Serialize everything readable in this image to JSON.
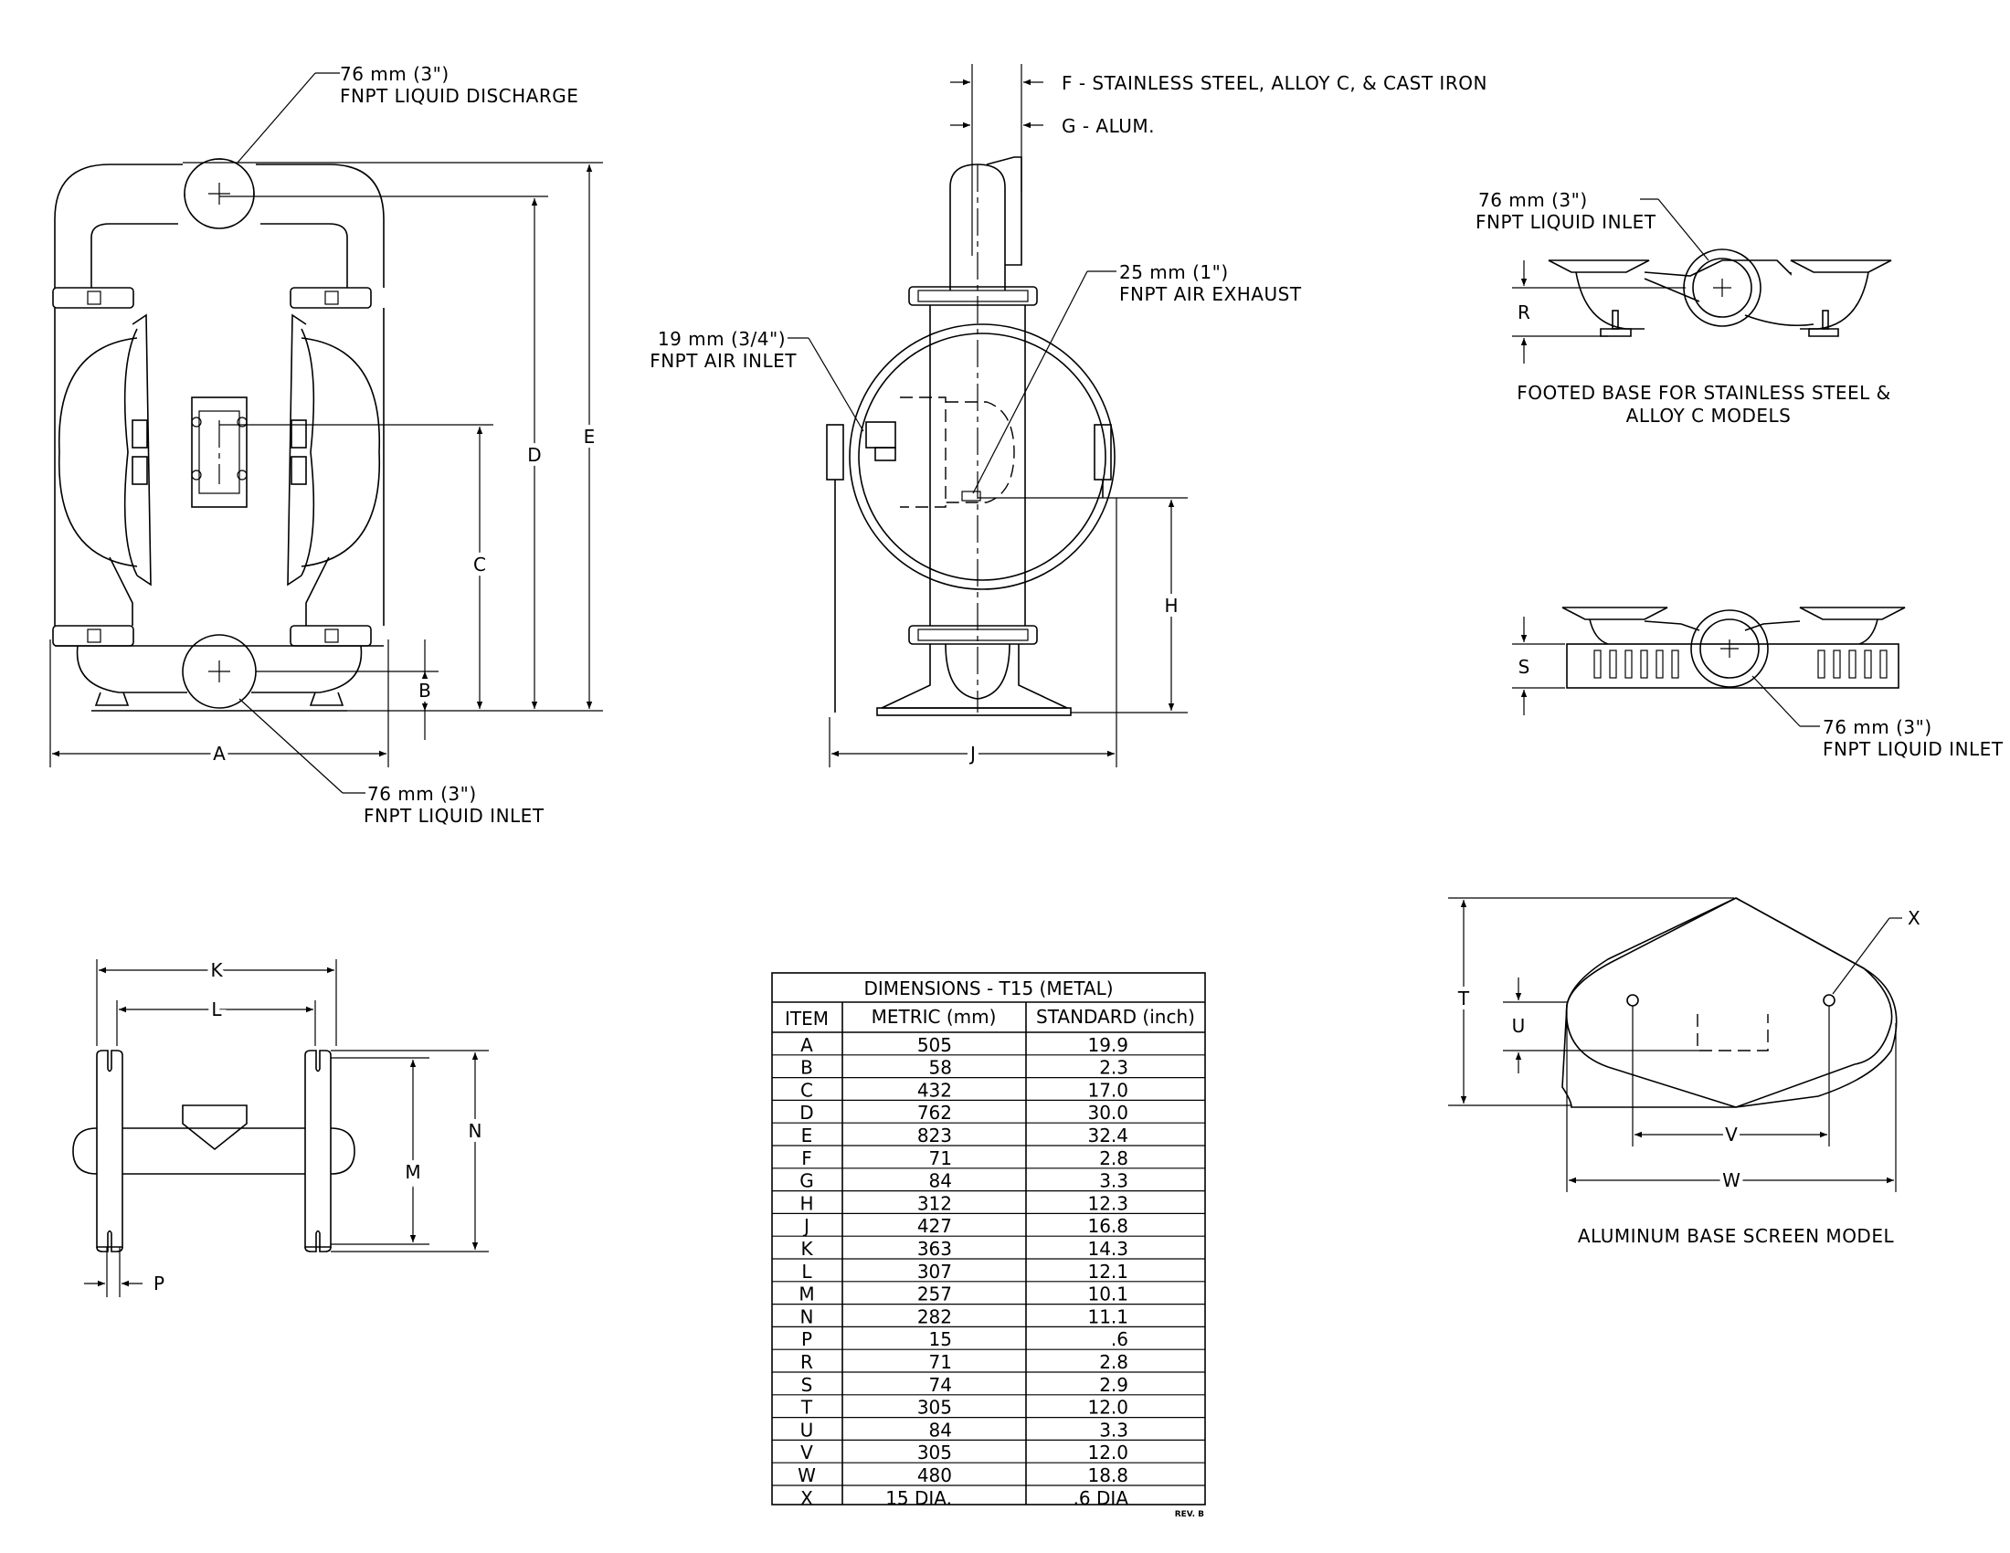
{
  "callouts": {
    "discharge": [
      "76 mm (3\")",
      "FNPT LIQUID DISCHARGE"
    ],
    "inlet_front": [
      "76 mm (3\")",
      "FNPT LIQUID INLET"
    ],
    "material_f": "F - STAINLESS STEEL, ALLOY C, & CAST IRON",
    "material_g": "G - ALUM.",
    "air_exhaust": [
      "25 mm (1\")",
      "FNPT AIR EXHAUST"
    ],
    "air_inlet": [
      "19 mm (3/4\")",
      "FNPT AIR INLET"
    ],
    "inlet_footed": [
      "76 mm (3\")",
      "FNPT LIQUID INLET"
    ],
    "inlet_screen": [
      "76 mm (3\")",
      "FNPT LIQUID INLET"
    ],
    "x_hole": "X"
  },
  "captions": {
    "footed": [
      "FOOTED BASE FOR STAINLESS STEEL &",
      "ALLOY C MODELS"
    ],
    "screen": "ALUMINUM BASE SCREEN MODEL"
  },
  "dimension_letters": {
    "A": "A",
    "B": "B",
    "C": "C",
    "D": "D",
    "E": "E",
    "H": "H",
    "J": "J",
    "K": "K",
    "L": "L",
    "M": "M",
    "N": "N",
    "P": "P",
    "R": "R",
    "S": "S",
    "T": "T",
    "U": "U",
    "V": "V",
    "W": "W"
  },
  "table": {
    "title": "DIMENSIONS - T15 (METAL)",
    "headers": [
      "ITEM",
      "METRIC (mm)",
      "STANDARD (inch)"
    ],
    "rows": [
      [
        "A",
        "505",
        "19.9"
      ],
      [
        "B",
        "58",
        "2.3"
      ],
      [
        "C",
        "432",
        "17.0"
      ],
      [
        "D",
        "762",
        "30.0"
      ],
      [
        "E",
        "823",
        "32.4"
      ],
      [
        "F",
        "71",
        "2.8"
      ],
      [
        "G",
        "84",
        "3.3"
      ],
      [
        "H",
        "312",
        "12.3"
      ],
      [
        "J",
        "427",
        "16.8"
      ],
      [
        "K",
        "363",
        "14.3"
      ],
      [
        "L",
        "307",
        "12.1"
      ],
      [
        "M",
        "257",
        "10.1"
      ],
      [
        "N",
        "282",
        "11.1"
      ],
      [
        "P",
        "15",
        ".6"
      ],
      [
        "R",
        "71",
        "2.8"
      ],
      [
        "S",
        "74",
        "2.9"
      ],
      [
        "T",
        "305",
        "12.0"
      ],
      [
        "U",
        "84",
        "3.3"
      ],
      [
        "V",
        "305",
        "12.0"
      ],
      [
        "W",
        "480",
        "18.8"
      ],
      [
        "X",
        "15 DIA.",
        ".6 DIA"
      ]
    ],
    "rev": "REV. B"
  }
}
